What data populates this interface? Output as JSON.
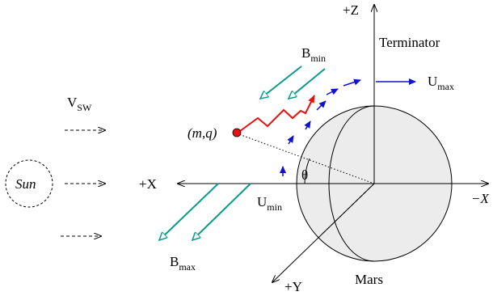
{
  "diagram": {
    "axes": {
      "plus_z": "+Z",
      "plus_x": "+X",
      "minus_x": "−X",
      "plus_y": "+Y"
    },
    "labels": {
      "terminator": "Terminator",
      "mars": "Mars",
      "sun": "Sun",
      "particle": "(m,q)",
      "angle": "θ"
    },
    "vsw": {
      "main": "V",
      "sub": "SW"
    },
    "b_min": {
      "main": "B",
      "sub": "min"
    },
    "b_max": {
      "main": "B",
      "sub": "max"
    },
    "u_min": {
      "main": "U",
      "sub": "min"
    },
    "u_max": {
      "main": "U",
      "sub": "max"
    },
    "colors": {
      "field_arrows": "#0a9a8a",
      "flow_arrows": "#1010d0",
      "trajectory": "#e81010",
      "planet_fill": "#ececec",
      "particle": "#e81010"
    }
  }
}
